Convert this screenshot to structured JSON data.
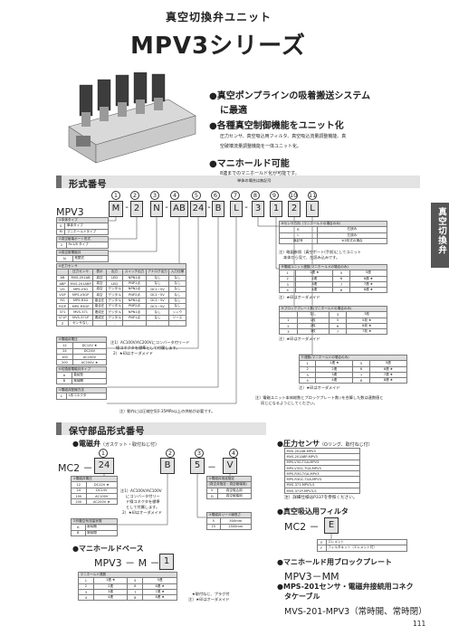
{
  "header": {
    "subtitle": "真空切換弁ユニット",
    "title": "MPV3シリーズ"
  },
  "features": {
    "f1": "真空ポンプラインの吸着搬送システム",
    "f1b": "に最適",
    "f2": "各種真空制御機能をユニット化",
    "f2d1": "圧力センサ、真空吸込用フィルタ、真空吸込流量調整機能、真",
    "f2d2": "空破壊流量調整機能を一体ユニット化。",
    "f3": "マニホールド可能",
    "f3d": "8連までのマニホールド化が可能です。"
  },
  "side_tab": "真空切換弁",
  "section1": {
    "title": "形式番号",
    "note_top": "単体の場合は無記号",
    "prefix": "MPV3",
    "nums": [
      "1",
      "2",
      "3",
      "4",
      "5",
      "6",
      "7",
      "8",
      "9",
      "10",
      "11"
    ],
    "boxes": [
      "M",
      "2",
      "N",
      "AB",
      "24",
      "B",
      "L",
      "3",
      "1",
      "2",
      "L"
    ],
    "dashes": [
      "-",
      "-",
      "-",
      "-"
    ],
    "t1": {
      "title": "①本体タイプ",
      "rows": [
        [
          "S",
          "単体タイプ"
        ],
        [
          "M",
          "マニホールドタイプ"
        ]
      ]
    },
    "t2": {
      "title": "②真空破壊ポート形式",
      "rows": [
        [
          "2",
          "Rc1/8 タイプ"
        ]
      ]
    },
    "t3": {
      "title": "③真空用電磁弁",
      "rows": [
        [
          "N",
          "常閉式"
        ]
      ]
    },
    "t4": {
      "title": "④圧力センサ",
      "header": [
        "",
        "圧力センサ",
        "表示",
        "出力",
        "スイッチ出力",
        "アナログ出力",
        "入力仕様"
      ],
      "rows": [
        [
          "AB",
          "MVS-201AB",
          "真空",
          "LED",
          "NPN1点",
          "なし",
          "なし"
        ],
        [
          "ABP",
          "MVS-201ABP",
          "真空",
          "LED",
          "PNP1点",
          "なし",
          "なし"
        ],
        [
          "VG",
          "MPS-V3G",
          "真空",
          "デジタル",
          "NPN2点",
          "DC1~5V",
          "なし"
        ],
        [
          "VGP",
          "MPS-V3GP",
          "真空",
          "デジタル",
          "PNP2点",
          "DC1~5V",
          "なし"
        ],
        [
          "RG",
          "MPS-R3G",
          "複合圧",
          "デジタル",
          "NPN2点",
          "DC1~5V",
          "なし"
        ],
        [
          "RGP",
          "MPS-R3GP",
          "複合圧",
          "デジタル",
          "PNP2点",
          "DC1~5V",
          "なし"
        ],
        [
          "371",
          "MVS-371",
          "連成圧",
          "デジタル",
          "NPN1点",
          "なし",
          "シンク"
        ],
        [
          "371P",
          "MVS-371P",
          "連成圧",
          "デジタル",
          "PNP1点",
          "なし",
          "ソース"
        ],
        [
          "Z",
          "センサなし",
          "-",
          "-",
          "-",
          "-",
          "-"
        ]
      ]
    },
    "t5": {
      "title": "⑤電磁弁電圧",
      "rows": [
        [
          "12",
          "DC12V ★"
        ],
        [
          "24",
          "DC24V"
        ],
        [
          "100",
          "AC100V"
        ],
        [
          "200",
          "AC200V ★"
        ]
      ]
    },
    "t5_note1": "注1）AC100V/AC200Vにコンバータ付リード",
    "t5_note2": "線コネクタを標準として付属します。",
    "t5_note3": "2）★印はオーダメイド",
    "t6": {
      "title": "⑥切換用電磁弁タイプ",
      "rows": [
        [
          "A",
          "直結型"
        ],
        [
          "B",
          "常時開"
        ]
      ]
    },
    "t7": {
      "title": "⑦電磁弁配線方法",
      "rows": [
        [
          "L",
          "L形コネクタ"
        ]
      ]
    },
    "note_bottom": "注）動作には圧縮空気0.35MPa以上の供給が必要です。",
    "t8": {
      "title": "⑧センサ方向（マニホールドの場合のみ）",
      "rows": [
        [
          "R",
          "右読み"
        ],
        [
          "L",
          "左読み"
        ],
        [
          "無記号",
          "※3形式の場合"
        ]
      ],
      "n1": "注）略図参照（真空ポート(手前)にしてユニット",
      "n2": "本体から見て、左読み込みです。"
    },
    "t9": {
      "title": "⑨電磁ユニット連数(マニホールドの場合のみ)",
      "rows": [
        [
          "1",
          "1連 ★",
          "5",
          "5連"
        ],
        [
          "2",
          "2連",
          "6",
          "6連 ★"
        ],
        [
          "3",
          "3連",
          "7",
          "7連 ★"
        ],
        [
          "4",
          "4連",
          "8",
          "8連 ★"
        ]
      ],
      "note": "注）★印はオーダメイド"
    },
    "t10": {
      "title": "⑩ブロックプレート数(マニホールドの場合のみ)",
      "rows": [
        [
          "",
          "なし",
          "3",
          "3枚"
        ],
        [
          "1",
          "1枚",
          "5",
          "5枚 ★"
        ],
        [
          "2",
          "2枚",
          "6",
          "6枚 ★"
        ],
        [
          "3",
          "3枚",
          "7",
          "7枚 ★"
        ]
      ],
      "note": "注）★印はオーダメイド"
    },
    "t11": {
      "title": "⑪連数(マニホールドの場合のみ)",
      "rows": [
        [
          "1",
          "1連 ★",
          "5",
          "5連"
        ],
        [
          "2",
          "2連",
          "6",
          "6連 ★"
        ],
        [
          "3",
          "3連",
          "7",
          "7連 ★"
        ],
        [
          "4",
          "4連",
          "8",
          "8連 ★"
        ]
      ],
      "note": "注）★印はオーダメイド"
    },
    "right_note1": "注）電磁ユニット本体総数とブロックプレート数◇を合算した数は連数値と",
    "right_note2": "同じになるようにしてください。"
  },
  "section2": {
    "title": "保守部品形式番号",
    "valve": {
      "heading": "電磁弁",
      "heading_note": "（ガスケット・取付ねじ付）",
      "prefix": "MC2",
      "nums": [
        "1",
        "2",
        "3",
        "4"
      ],
      "boxes": [
        "24",
        "B",
        "5",
        "V"
      ],
      "t1": {
        "title": "①電磁弁電圧",
        "rows": [
          [
            "12",
            "DC12V ★"
          ],
          [
            "24",
            "DC24V"
          ],
          [
            "100",
            "AC100V"
          ],
          [
            "200",
            "AC200V ★"
          ]
        ]
      },
      "note1": "注1）AC100V/AC100V",
      "note2": "にコンバータ付リー",
      "note3": "ド線コネクタを標準",
      "note4": "として付属します。",
      "note5": "2）★印はオーダメイド",
      "t2": {
        "title": "②作動空気流量状態",
        "rows": [
          [
            "A",
            "常時開"
          ],
          [
            "B",
            "常時閉"
          ]
        ]
      },
      "t3": {
        "title": "③電磁弁リード線長さ",
        "rows": [
          [
            "5",
            "500mm"
          ],
          [
            "15",
            "1500mm"
          ]
        ]
      },
      "t4": {
        "title": "④電磁弁用途指定",
        "sub": "(真空弁指定・真空破壊用)",
        "rows": [
          [
            "V",
            "真空吸込用"
          ],
          [
            "D",
            "真空破壊用"
          ]
        ]
      }
    },
    "manifold": {
      "heading": "マニホールドベース",
      "code": "MPV3 － M －",
      "box": "1",
      "t_title": "マニホールド連数",
      "rows": [
        [
          "1",
          "1連 ★",
          "5",
          "5連"
        ],
        [
          "2",
          "2連",
          "6",
          "6連 ★"
        ],
        [
          "3",
          "3連",
          "7",
          "7連 ★"
        ],
        [
          "4",
          "4連",
          "8",
          "8連 ★"
        ]
      ],
      "note1": "★取付ねじ、プラグ付",
      "note2": "注）★印はオーダメイド"
    },
    "sensor": {
      "heading": "圧力センサ",
      "heading_note": "（Oリング、取付ねじ付）",
      "items": [
        "MVS-201AB-MPV3",
        "MVS-201ABP-MPV3",
        "MPS-V3G-TGA-MPV3",
        "MPS-V3GC-TGA-MPV3",
        "MPS-R3G-TGA-MPV3",
        "MPS-R3GC-TGA-MPV3",
        "MVS-371-MPV3-S",
        "MVS-371P-MPV3-S"
      ],
      "note": "注）詳細仕様はP337を参照ください。"
    },
    "filter": {
      "heading": "真空吸込用フィルタ",
      "code": "MC2 －",
      "box": "E",
      "rows": [
        [
          "E",
          "エレメント"
        ],
        [
          "F",
          "フィルタキット（エレメント付）"
        ]
      ]
    },
    "block": {
      "heading": "マニホールド用ブロックプレート",
      "code": "MPV3－MM"
    },
    "cable": {
      "heading1": "MPS-201センサ・電磁弁接続用コネク",
      "heading2": "タケーブル",
      "code": "MVS-201-MPV3（常時開、常時閉）"
    }
  },
  "page_number": "111"
}
